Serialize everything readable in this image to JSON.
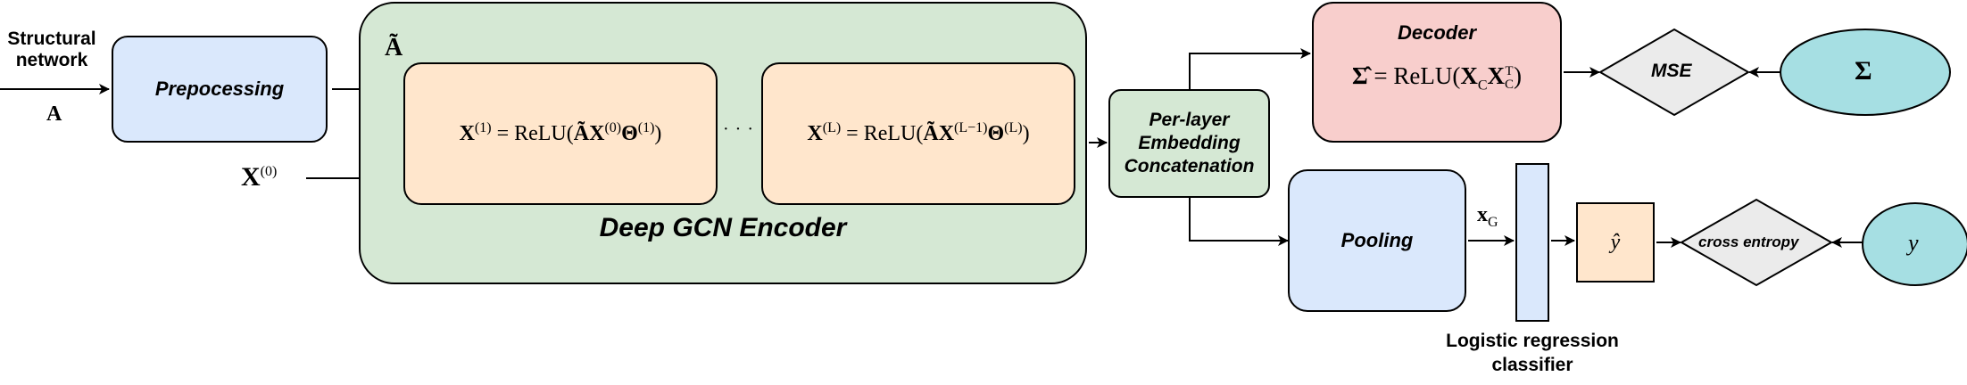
{
  "colors": {
    "blue_fill": "#dae8fc",
    "green_fill": "#d5e8d4",
    "orange_fill": "#ffe6cc",
    "red_fill": "#f8cecc",
    "cyan_fill": "#a6dfe3",
    "grey_fill": "#ebebeb"
  },
  "input": {
    "structural_line1": "Structural",
    "structural_line2": "network",
    "A_symbol": "A",
    "X0_base": "X",
    "X0_sup": "(0)"
  },
  "preprocessing": {
    "label": "Prepocessing"
  },
  "encoder": {
    "title": "Deep GCN Encoder",
    "A_tilde": "Ã",
    "layer1": {
      "lhs": "X",
      "lhs_sup": "(1)",
      "eq": " = ReLU(",
      "a": "Ã",
      "x": "X",
      "x_sup": "(0)",
      "theta": "Θ",
      "theta_sup": "(1)",
      "close": ")"
    },
    "ellipsis": "· · · ·",
    "layerL": {
      "lhs": "X",
      "lhs_sup": "(L)",
      "eq": " = ReLU(",
      "a": "Ã",
      "x": "X",
      "x_sup": "(L−1)",
      "theta": "Θ",
      "theta_sup": "(L)",
      "close": ")"
    }
  },
  "concat": {
    "line1": "Per-layer",
    "line2": "Embedding",
    "line3": "Concatenation"
  },
  "decoder": {
    "title": "Decoder",
    "sigma_hat": "Σ̂",
    "eq": " = ReLU(",
    "xc": "X",
    "xc_sub": "C",
    "xct": "X",
    "xct_sup": "T",
    "xct_sub": "C",
    "close": ")"
  },
  "mse": {
    "label": "MSE"
  },
  "sigma_target": {
    "label": "Σ"
  },
  "pooling": {
    "label": "Pooling"
  },
  "xg": {
    "base": "x",
    "sub": "G"
  },
  "classifier": {
    "line1": "Logistic regression",
    "line2": "classifier"
  },
  "y_hat": {
    "label": "ŷ"
  },
  "cross_entropy": {
    "label": "cross entropy"
  },
  "y_target": {
    "label": "y"
  }
}
